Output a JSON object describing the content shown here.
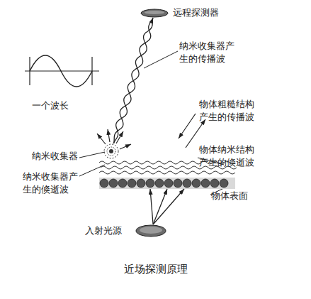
{
  "diagram": {
    "caption": "近场探测原理",
    "nodes": [
      {
        "text": [
          "远程探测器"
        ]
      },
      {
        "text": [
          "纳米收集器"
        ]
      },
      {
        "text": [
          "物体表面"
        ]
      },
      {
        "text": [
          "入射光源"
        ]
      }
    ],
    "edges": [
      {
        "from": 1,
        "to": 0,
        "arrow": "to"
      },
      {
        "from": 3,
        "to": 2,
        "arrow": "to"
      }
    ],
    "labels": [
      "纳米收集器产生的传播波",
      "一个波长",
      "物体粗糙结构产生的传播波",
      "物体纳米结构产生的倏逝波",
      "纳米收集器产生的倏逝波"
    ]
  }
}
